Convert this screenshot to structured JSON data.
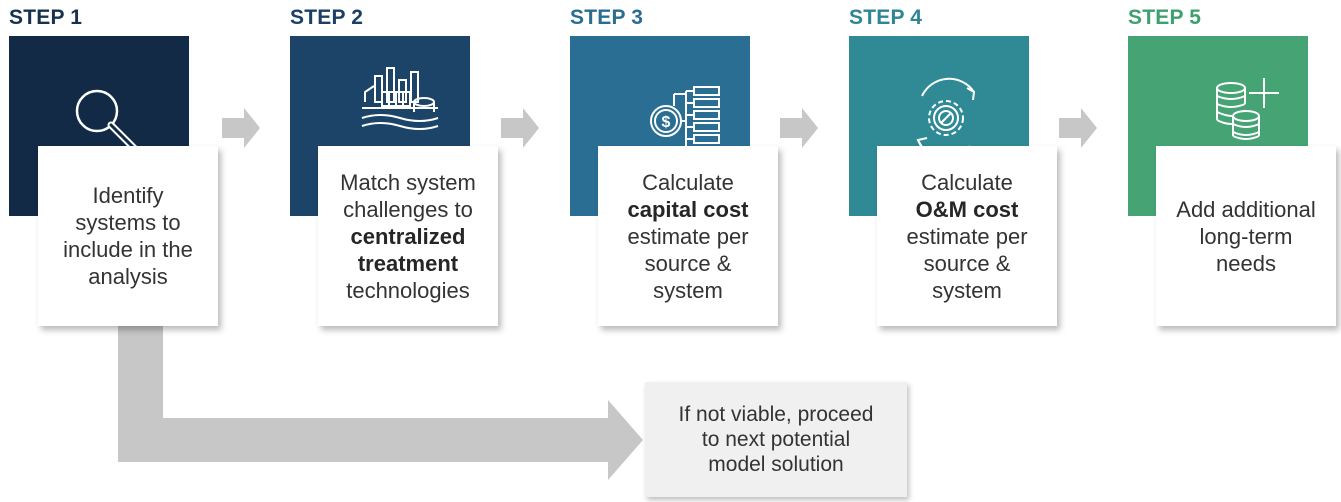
{
  "steps": [
    {
      "title": "STEP 1",
      "title_color": "#16324f",
      "box_color": "#122a45",
      "icon": "magnifying-glass-icon",
      "text": [
        {
          "t": "Identify",
          "b": false
        },
        {
          "t": "systems to",
          "b": false
        },
        {
          "t": "include in the",
          "b": false
        },
        {
          "t": "analysis",
          "b": false
        }
      ]
    },
    {
      "title": "STEP 2",
      "title_color": "#1b3f66",
      "box_color": "#1b4468",
      "icon": "treatment-plant-icon",
      "text": [
        {
          "t": "Match system",
          "b": false
        },
        {
          "t": "challenges to",
          "b": false
        },
        {
          "t": "centralized",
          "b": true
        },
        {
          "t": "treatment",
          "b": true
        },
        {
          "t": "technologies",
          "b": false
        }
      ]
    },
    {
      "title": "STEP 3",
      "title_color": "#2a6d93",
      "box_color": "#2a6e94",
      "icon": "cost-breakdown-icon",
      "text": [
        {
          "t": "Calculate",
          "b": false
        },
        {
          "t": "capital cost",
          "b": true
        },
        {
          "t": "estimate per",
          "b": false
        },
        {
          "t": "source &",
          "b": false
        },
        {
          "t": "system",
          "b": false
        }
      ]
    },
    {
      "title": "STEP 4",
      "title_color": "#2e8593",
      "box_color": "#2f8a96",
      "icon": "gear-cost-icon",
      "text": [
        {
          "t": "Calculate",
          "b": false
        },
        {
          "t": "O&M cost",
          "b": true
        },
        {
          "t": "estimate per",
          "b": false
        },
        {
          "t": "source &",
          "b": false
        },
        {
          "t": "system",
          "b": false
        }
      ]
    },
    {
      "title": "STEP 5",
      "title_color": "#3da06e",
      "box_color": "#46a474",
      "icon": "coins-plus-icon",
      "text": [
        {
          "t": "Add additional",
          "b": false
        },
        {
          "t": "long-term",
          "b": false
        },
        {
          "t": "needs",
          "b": false
        }
      ]
    }
  ],
  "fallback": {
    "text": [
      "If not viable, proceed",
      "to next potential",
      "model solution"
    ]
  },
  "colors": {
    "arrow_gray": "#c7c7c7",
    "text_gray": "#333333"
  }
}
